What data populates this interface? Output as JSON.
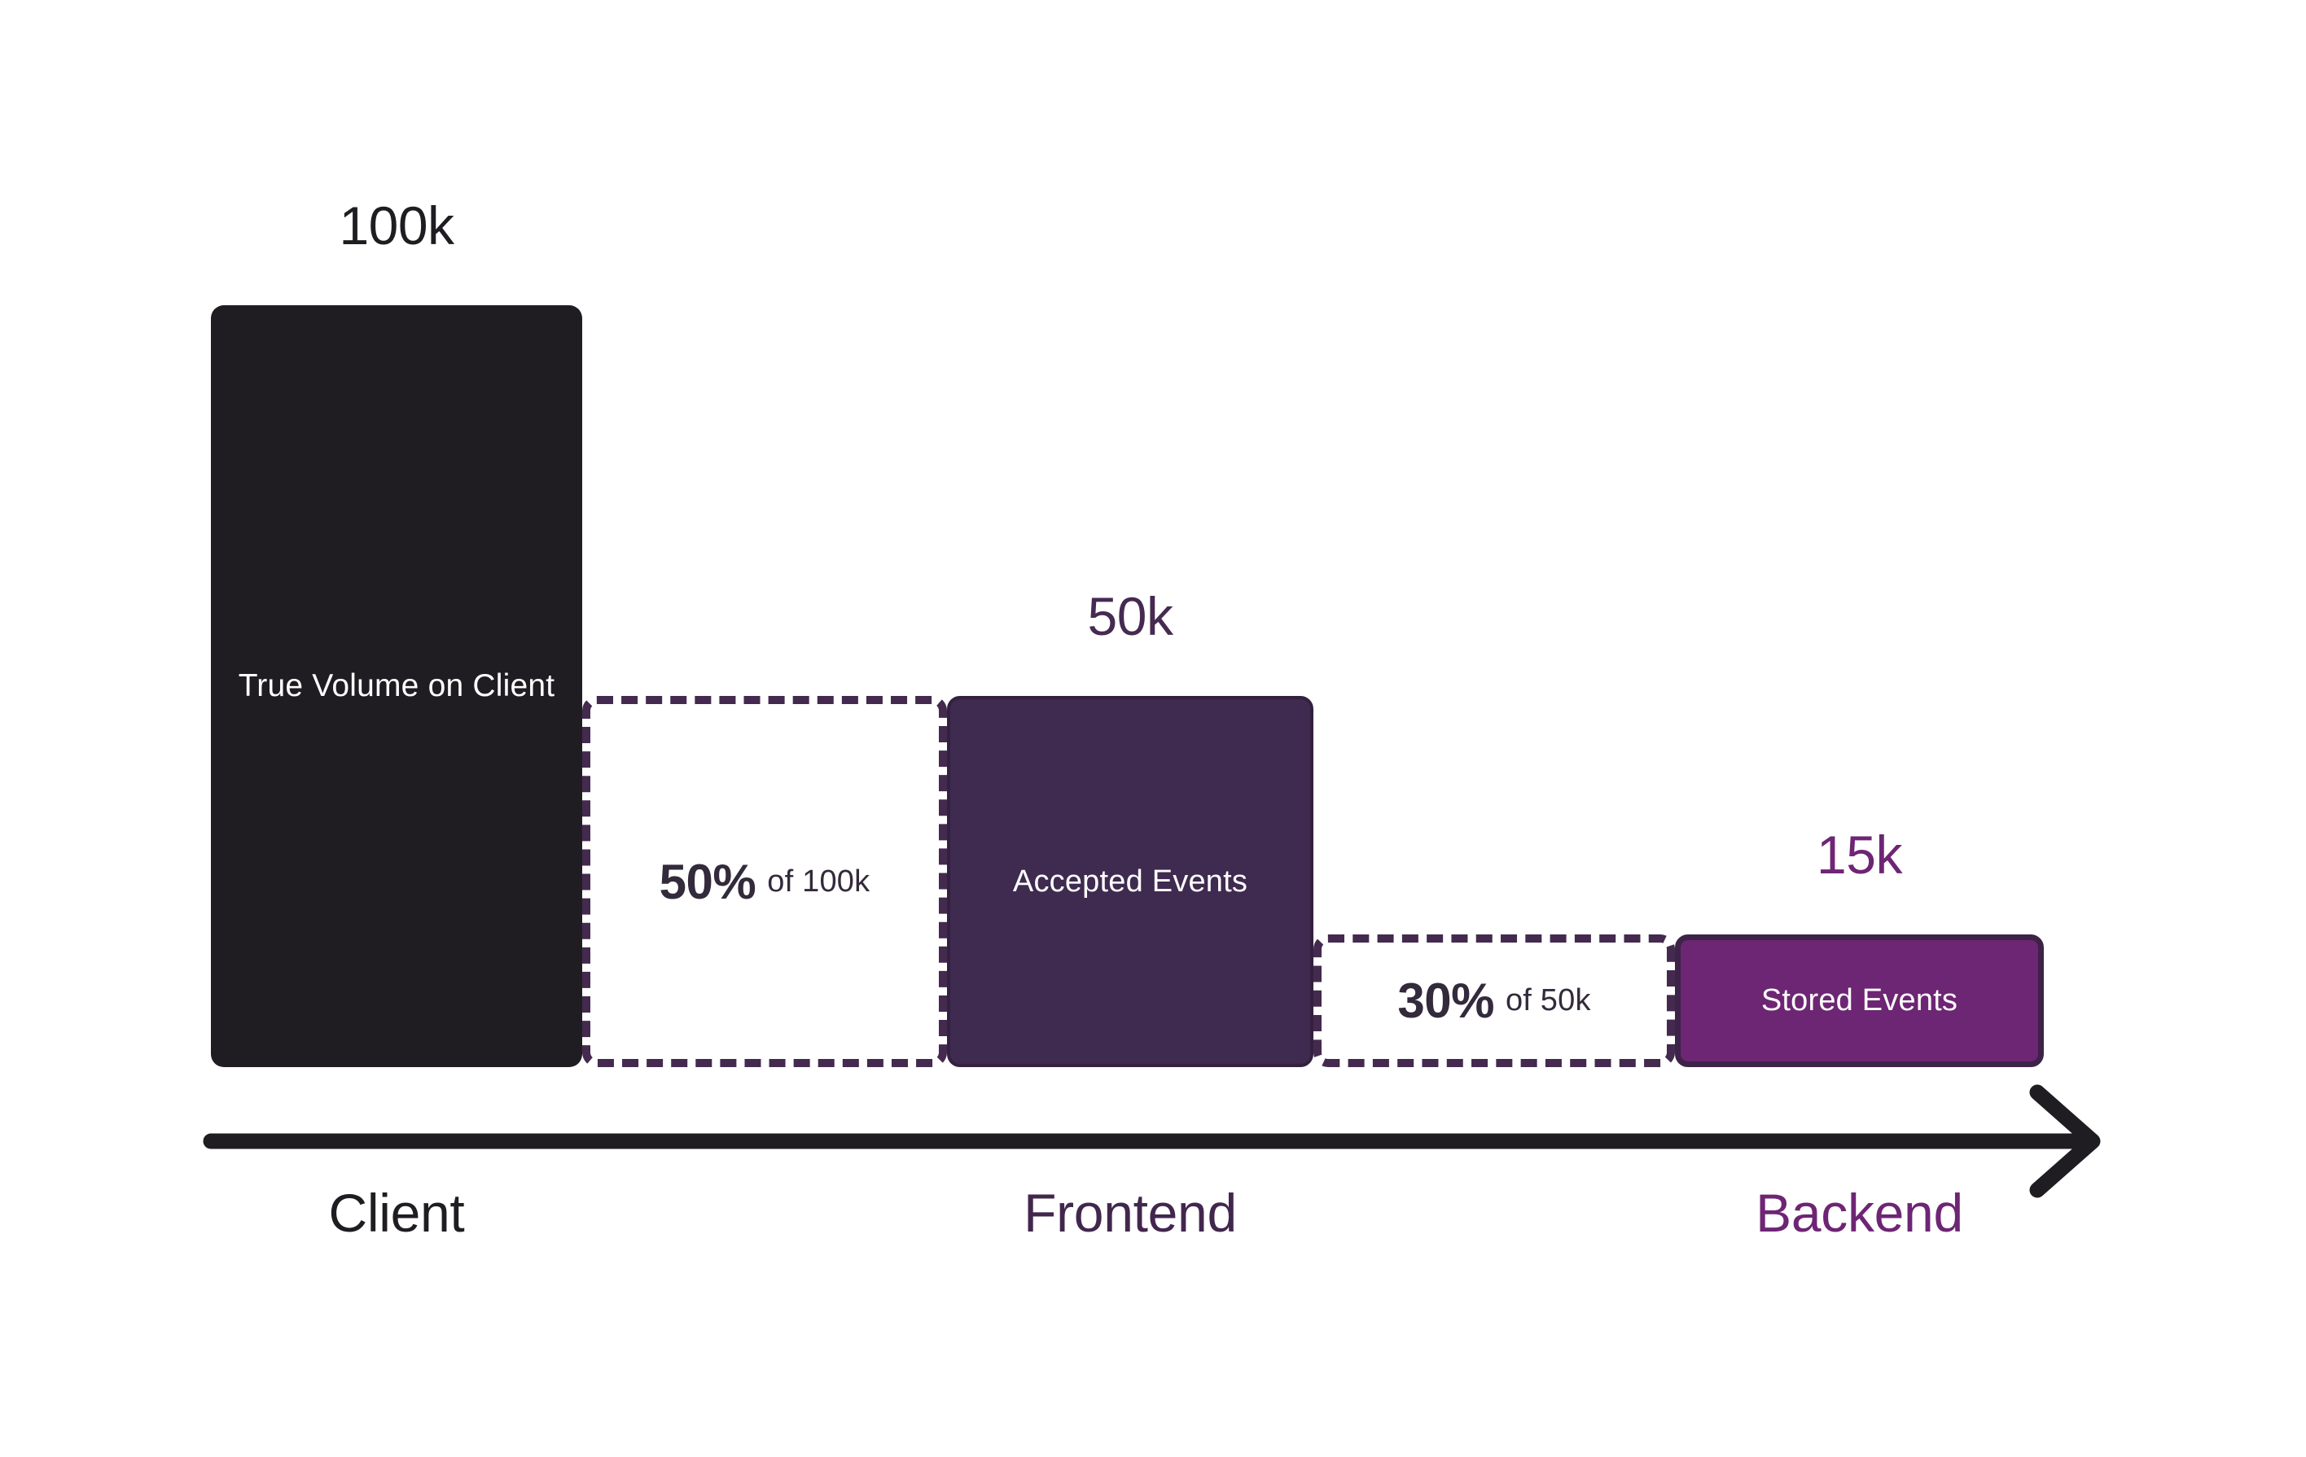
{
  "chart_data": {
    "type": "bar",
    "title": "",
    "subtitle": "",
    "xlabel": "",
    "ylabel": "",
    "grid": false,
    "legend": "none",
    "orientation": "vertical",
    "description": "Event volume funnel from client through frontend to backend, with dashed drop-off boxes showing the retained percentage at each hop.",
    "categories": [
      "Client",
      "Frontend",
      "Backend"
    ],
    "values": [
      100000,
      50000,
      15000
    ],
    "value_labels": [
      "100k",
      "50k",
      "15k"
    ],
    "bar_labels": [
      "True Volume on Client",
      "Accepted Events",
      "Stored Events"
    ],
    "retention_steps": [
      {
        "percent": "50%",
        "of": "of 100k",
        "from": 100000,
        "to": 50000,
        "ratio": 0.5
      },
      {
        "percent": "30%",
        "of": "of 50k",
        "from": 50000,
        "to": 15000,
        "ratio": 0.3
      }
    ],
    "ylim": [
      0,
      100000
    ],
    "axis_arrow_direction": "right"
  },
  "bars": {
    "client": {
      "value_label": "100k",
      "inner_label": "True Volume on Client",
      "caption": "Client"
    },
    "frontend": {
      "value_label": "50k",
      "inner_label": "Accepted Events",
      "caption": "Frontend"
    },
    "backend": {
      "value_label": "15k",
      "inner_label": "Stored Events",
      "caption": "Backend"
    }
  },
  "drops": [
    {
      "percent": "50%",
      "of_label": "of 100k"
    },
    {
      "percent": "30%",
      "of_label": "of 50k"
    }
  ],
  "colors": {
    "client_bar": "#1F1D21",
    "frontend_bar": "#3F2A50",
    "backend_bar": "#6D2673",
    "dashed_border": "#432A4E",
    "client_text": "#1F1D21",
    "frontend_text": "#42274D",
    "backend_text": "#6E2574",
    "percent_text": "#332A3B",
    "axis": "#1F1D21",
    "background": "#FFFFFF"
  }
}
